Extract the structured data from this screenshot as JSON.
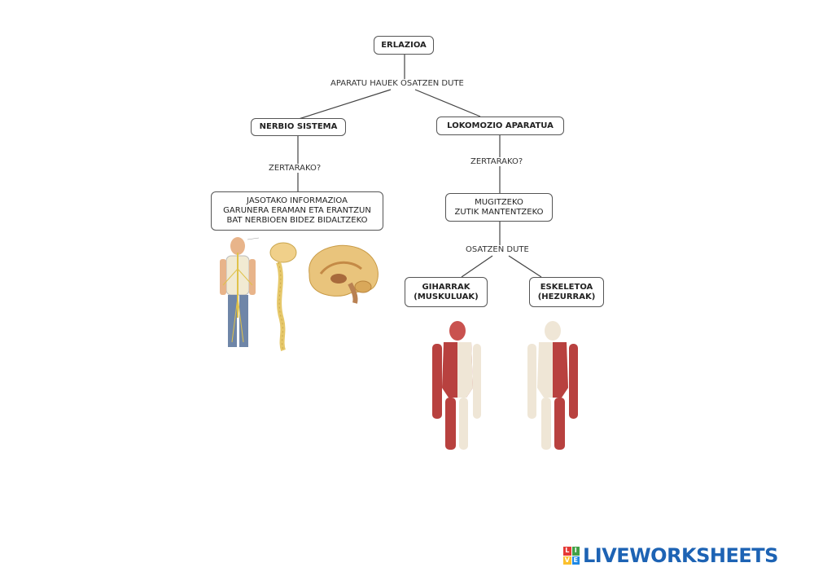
{
  "diagram": {
    "root": "ERLAZIOA",
    "root_link": "APARATU HAUEK OSATZEN DUTE",
    "left": {
      "title": "NERBIO SISTEMA",
      "link": "ZERTARAKO?",
      "answer": "JASOTAKO INFORMAZIOA\nGARUNERA ERAMAN ETA ERANTZUN\nBAT NERBIOEN BIDEZ BIDALTZEKO"
    },
    "right": {
      "title": "LOKOMOZIO APARATUA",
      "link": "ZERTARAKO?",
      "answer": "MUGITZEKO\nZUTIK MANTENTZEKO",
      "sub_link": "OSATZEN DUTE",
      "child_a": "GIHARRAK\n(MUSKULUAK)",
      "child_b": "ESKELETOA\n(HEZURRAK)"
    }
  },
  "images": {
    "left": [
      "human-nervous-system-illustration",
      "spinal-cord-illustration",
      "brain-cross-section-illustration"
    ],
    "right": [
      "muscular-skeleton-front-illustration",
      "muscular-skeleton-back-illustration"
    ]
  },
  "branding": {
    "logo_letters": [
      "L",
      "I",
      "V",
      "E"
    ],
    "logo_text": "LIVEWORKSHEETS",
    "colors": {
      "logo_text": "#1d63b4",
      "logo_tiles": [
        "#e53935",
        "#43a047",
        "#fbc02d",
        "#1e88e5"
      ]
    }
  }
}
